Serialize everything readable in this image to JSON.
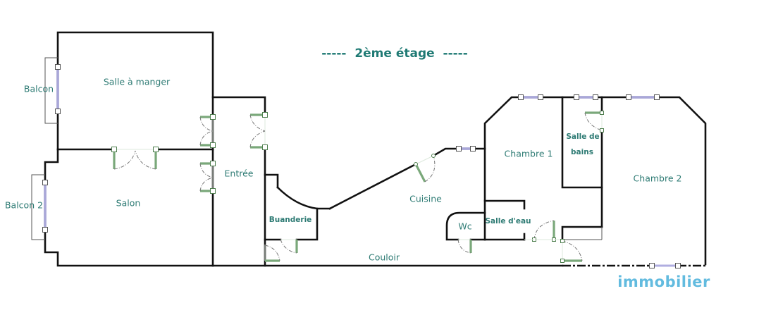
{
  "floor_title": "-----  2ème étage  -----",
  "rooms": {
    "salle_a_manger": "Salle à manger",
    "balcon": "Balcon",
    "salon": "Salon",
    "balcon_2": "Balcon 2",
    "entree": "Entrée",
    "buanderie": "Buanderie",
    "cuisine": "Cuisine",
    "couloir": "Couloir",
    "wc": "Wc",
    "salle_d_eau": "Salle d'eau",
    "chambre_1": "Chambre 1",
    "salle_de_bains_line1": "Salle de",
    "salle_de_bains_line2": "bains",
    "chambre_2": "Chambre 2"
  },
  "watermark": "immobilier",
  "colors": {
    "label": "#2e7b74",
    "title": "#1f7a74",
    "wall": "#111111",
    "window": "#6a66b8",
    "door": "#7aa87a",
    "watermark": "#52b4dc"
  }
}
